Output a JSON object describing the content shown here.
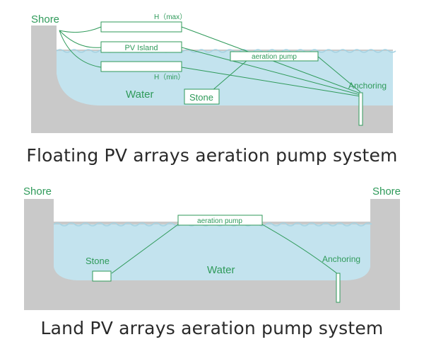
{
  "diagram_top": {
    "shore": "Shore",
    "h_max": "H（max）",
    "pv_island": "PV Island",
    "h_min": "H（min）",
    "aeration_pump": "aeration pump",
    "anchoring": "Anchoring",
    "water": "Water",
    "stone": "Stone",
    "caption": "Floating PV arrays aeration pump system"
  },
  "diagram_bottom": {
    "shore_left": "Shore",
    "shore_right": "Shore",
    "aeration_pump": "aeration pump",
    "stone": "Stone",
    "water": "Water",
    "anchoring": "Anchoring",
    "caption": "Land PV arrays aeration pump system"
  },
  "colors": {
    "ground": "#c9c9c9",
    "water": "#c3e3ee",
    "wave": "#a7d3e2",
    "line": "#2f9a5a",
    "label": "#2f9a5a"
  }
}
